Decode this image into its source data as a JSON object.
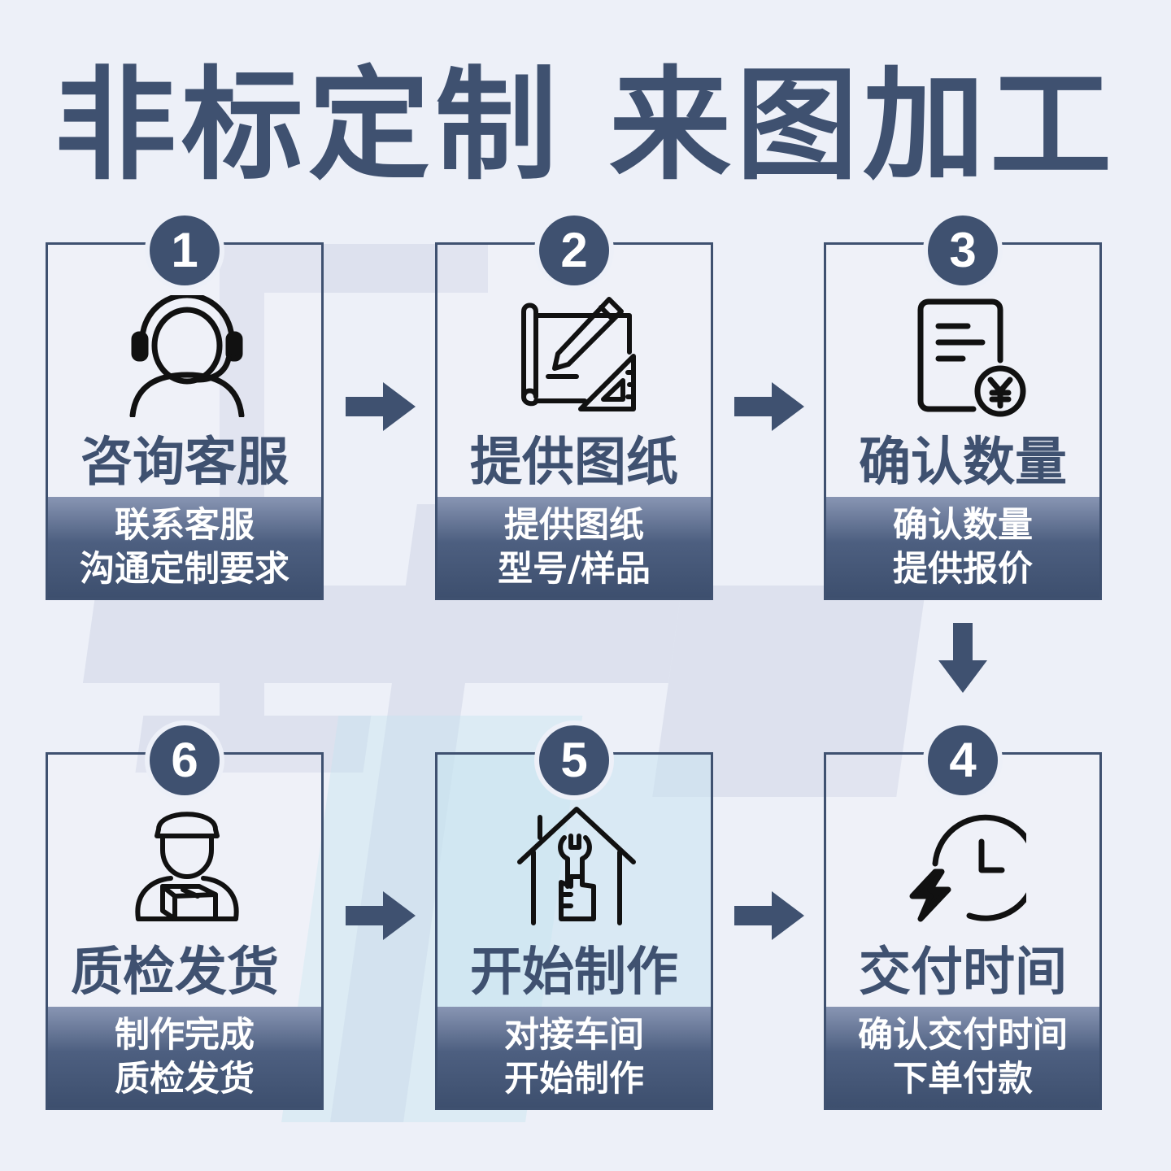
{
  "title": "非标定制 来图加工",
  "colors": {
    "primary": "#3f5170",
    "background": "#edf0f8",
    "text_light": "#ffffff",
    "icon": "#111111"
  },
  "steps": [
    {
      "number": "1",
      "title": "咨询客服",
      "lines": [
        "联系客服",
        "沟通定制要求"
      ],
      "icon": "customer-service-headset-icon"
    },
    {
      "number": "2",
      "title": "提供图纸",
      "lines": [
        "提供图纸",
        "型号/样品"
      ],
      "icon": "blueprint-drawing-icon"
    },
    {
      "number": "3",
      "title": "确认数量",
      "lines": [
        "确认数量",
        "提供报价"
      ],
      "icon": "quote-document-yen-icon"
    },
    {
      "number": "4",
      "title": "交付时间",
      "lines": [
        "确认交付时间",
        "下单付款"
      ],
      "icon": "fast-clock-icon"
    },
    {
      "number": "5",
      "title": "开始制作",
      "lines": [
        "对接车间",
        "开始制作"
      ],
      "icon": "house-wrench-icon"
    },
    {
      "number": "6",
      "title": "质检发货",
      "lines": [
        "制作完成",
        "质检发货"
      ],
      "icon": "delivery-courier-icon"
    }
  ]
}
